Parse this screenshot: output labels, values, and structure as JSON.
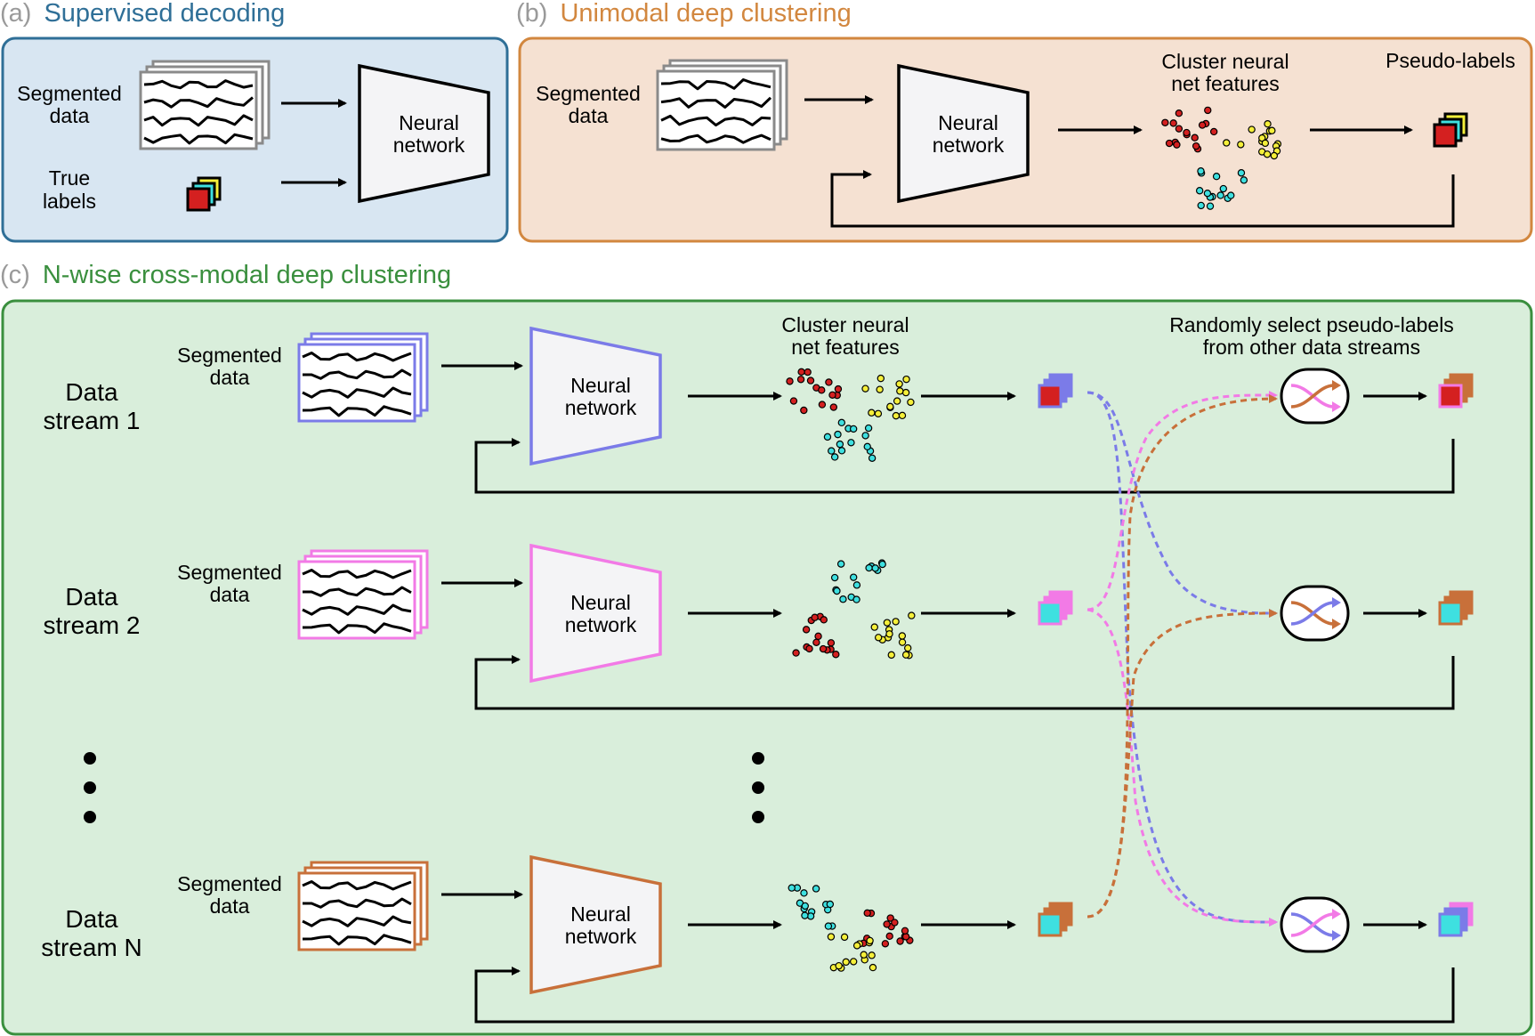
{
  "panels": {
    "a": {
      "letter": "(a)",
      "title": "Supervised decoding"
    },
    "b": {
      "letter": "(b)",
      "title": "Unimodal deep clustering"
    },
    "c": {
      "letter": "(c)",
      "title": "N-wise cross-modal deep clustering"
    }
  },
  "labels": {
    "segmented_1": "Segmented",
    "segmented_2": "data",
    "true_1": "True",
    "true_2": "labels",
    "neural_1": "Neural",
    "neural_2": "network",
    "cluster_1": "Cluster neural",
    "cluster_2": "net features",
    "pseudo_labels": "Pseudo-labels",
    "random_1": "Randomly select pseudo-labels",
    "random_2": "from other data streams"
  },
  "streams": [
    {
      "line1": "Data",
      "line2": "stream 1",
      "color": "#7b7be8"
    },
    {
      "line1": "Data",
      "line2": "stream 2",
      "color": "#f27ae6"
    },
    {
      "line1": "Data",
      "line2": "stream N",
      "color": "#c8703a"
    }
  ],
  "colors": {
    "panel_a_fill": "#d8e6f2",
    "panel_a_stroke": "#2f6f97",
    "panel_b_fill": "#f5e1d2",
    "panel_b_stroke": "#d2873f",
    "panel_c_fill": "#d9eedb",
    "panel_c_stroke": "#3a8f3e",
    "letter_gray": "#9a9a9a",
    "title_a": "#2f6f97",
    "title_b": "#d2873f",
    "title_c": "#3a8f3e",
    "cluster_red": "#d42020",
    "cluster_yellow": "#f5ef3a",
    "cluster_cyan": "#3ee0e0"
  },
  "icons": [
    "data-stack-icon",
    "neural-network-icon",
    "scatter-cluster-icon",
    "label-stack-icon",
    "shuffle-icon",
    "ellipsis-icon"
  ]
}
